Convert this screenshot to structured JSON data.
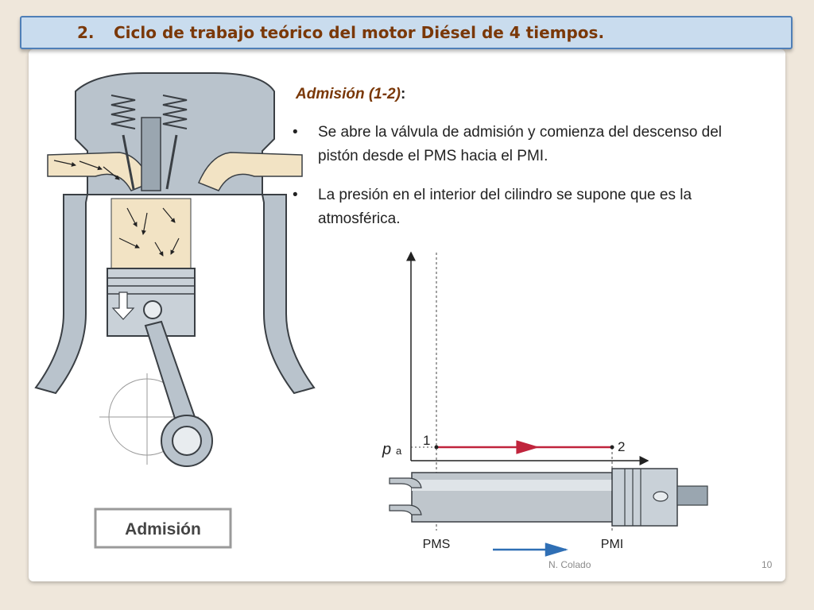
{
  "slide": {
    "title_number": "2.",
    "title": "Ciclo de trabajo teórico del motor Diésel de 4 tiempos.",
    "heading": "Admisión (1-2)",
    "heading_colon": ":",
    "bullets": [
      {
        "marker": "•",
        "text": "Se abre la válvula de admisión y comienza del descenso del pistón desde el PMS hacia el PMI."
      },
      {
        "marker": "•",
        "text": "La presión en el interior del cilindro se supone que es la atmosférica."
      }
    ],
    "footer_author": "N. Colado",
    "page_number": "10"
  },
  "engine_figure": {
    "label": "Admisión"
  },
  "pv_diagram": {
    "p_symbol": "p",
    "p_subscript": "a",
    "point_1": "1",
    "point_2": "2",
    "pms_label": "PMS",
    "pmi_label": "PMI"
  },
  "colors": {
    "title_text": "#7a3808",
    "title_bg": "#c9dcee",
    "title_border": "#4f7fb7",
    "process_line": "#c0243c",
    "direction_arrow": "#2f6fb5",
    "intake_air": "#f2e3c4",
    "metal": "#b9c3cc"
  }
}
